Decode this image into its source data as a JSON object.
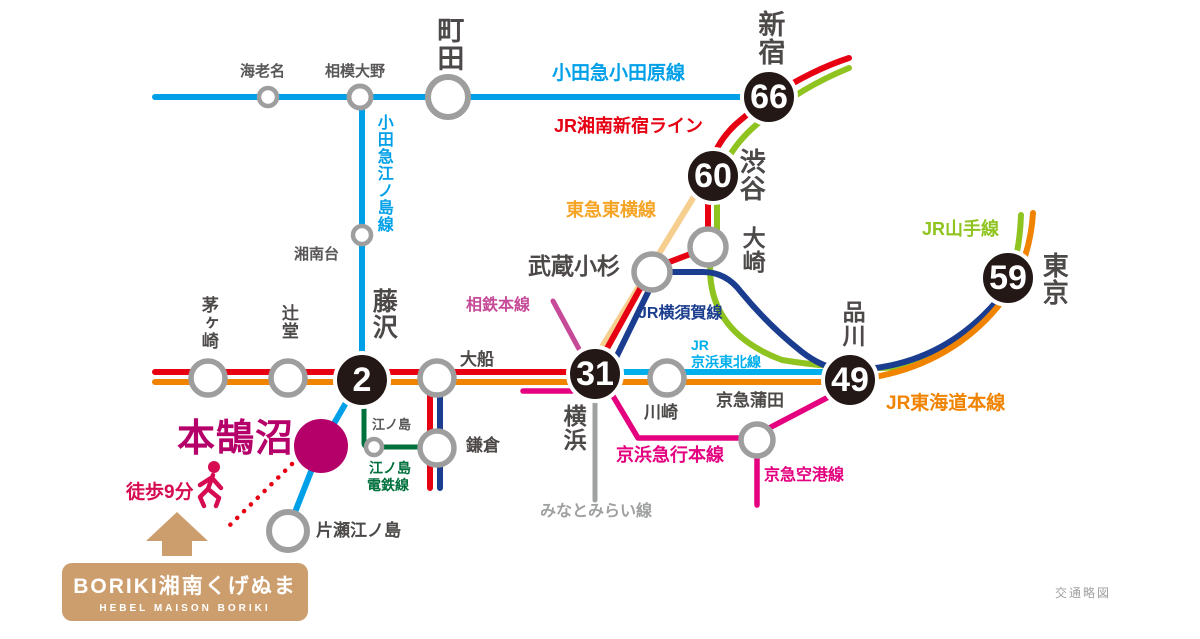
{
  "colors": {
    "odakyu_blue": "#00a0e9",
    "shonan_red": "#e60012",
    "yamanote_green": "#8fc31f",
    "yokosuka_navy": "#1b3d8f",
    "keihin_tohoku_blue": "#00afec",
    "tokaido_orange": "#f08300",
    "toyoko_tan": "#f6cf8f",
    "toyoko_label_orange": "#f5a426",
    "enoden_green": "#00703d",
    "keikyu_pink": "#e4007f",
    "sotetsu_magenta": "#c64a97",
    "minatomirai_gray": "#9fa0a0",
    "badge_bg": "#231815",
    "station_ring": "#9e9e9f",
    "home_magenta": "#b60069",
    "walk_crimson": "#d60b52",
    "dotted_red": "#e60012",
    "sign_tan": "#cd9e6d",
    "text_dark": "#4c4948",
    "text_gray": "#595757",
    "footer_gray": "#9fa0a0"
  },
  "rail_lines": {
    "odakyu_odawara": {
      "label": "小田急小田原線"
    },
    "odakyu_enoshima": {
      "label": "小田急江ノ島線"
    },
    "shonan_shinjuku": {
      "label": "JR湘南新宿ライン"
    },
    "toyoko": {
      "label": "東急東横線"
    },
    "yamanote": {
      "label": "JR山手線"
    },
    "yokosuka": {
      "label": "JR横須賀線"
    },
    "keihin_tohoku_l1": {
      "label": "JR"
    },
    "keihin_tohoku_l2": {
      "label": "京浜東北線"
    },
    "tokaido": {
      "label": "JR東海道本線"
    },
    "keikyu_main": {
      "label": "京浜急行本線"
    },
    "keikyu_airport": {
      "label": "京急空港線"
    },
    "sotetsu": {
      "label": "相鉄本線"
    },
    "enoden_l1": {
      "label": "江ノ島"
    },
    "enoden_l2": {
      "label": "電鉄線"
    },
    "minatomirai": {
      "label": "みなとみらい線"
    }
  },
  "stations": {
    "ebina": {
      "label": "海老名"
    },
    "sagami_ono": {
      "label": "相模大野"
    },
    "machida": {
      "label": "町田"
    },
    "shonandai": {
      "label": "湘南台"
    },
    "shinjuku": {
      "label": "新宿"
    },
    "shibuya": {
      "label": "渋谷"
    },
    "osaki": {
      "label": "大崎"
    },
    "musashi_kosugi": {
      "label": "武蔵小杉"
    },
    "shinagawa": {
      "label": "品川"
    },
    "tokyo": {
      "label": "東京"
    },
    "yokohama": {
      "label": "横浜"
    },
    "kawasaki": {
      "label": "川崎"
    },
    "keikyu_kamata": {
      "label": "京急蒲田"
    },
    "chigasaki": {
      "label": "茅ヶ崎"
    },
    "tsujido": {
      "label": "辻堂"
    },
    "fujisawa": {
      "label": "藤沢"
    },
    "ofuna": {
      "label": "大船"
    },
    "kamakura": {
      "label": "鎌倉"
    },
    "enoshima": {
      "label": "江ノ島"
    },
    "katase_enoshima": {
      "label": "片瀬江ノ島"
    },
    "hon_kugenuma": {
      "label": "本鵠沼"
    }
  },
  "badges": {
    "shinjuku": {
      "minutes": "66"
    },
    "shibuya": {
      "minutes": "60"
    },
    "tokyo": {
      "minutes": "59"
    },
    "shinagawa": {
      "minutes": "49"
    },
    "yokohama": {
      "minutes": "31"
    },
    "fujisawa": {
      "minutes": "2"
    }
  },
  "home": {
    "walk_label": "徒歩9分"
  },
  "sign": {
    "line1": "BORIKI湘南くげぬま",
    "line2": "HEBEL MAISON BORIKI"
  },
  "footer": {
    "note": "交通略図"
  }
}
